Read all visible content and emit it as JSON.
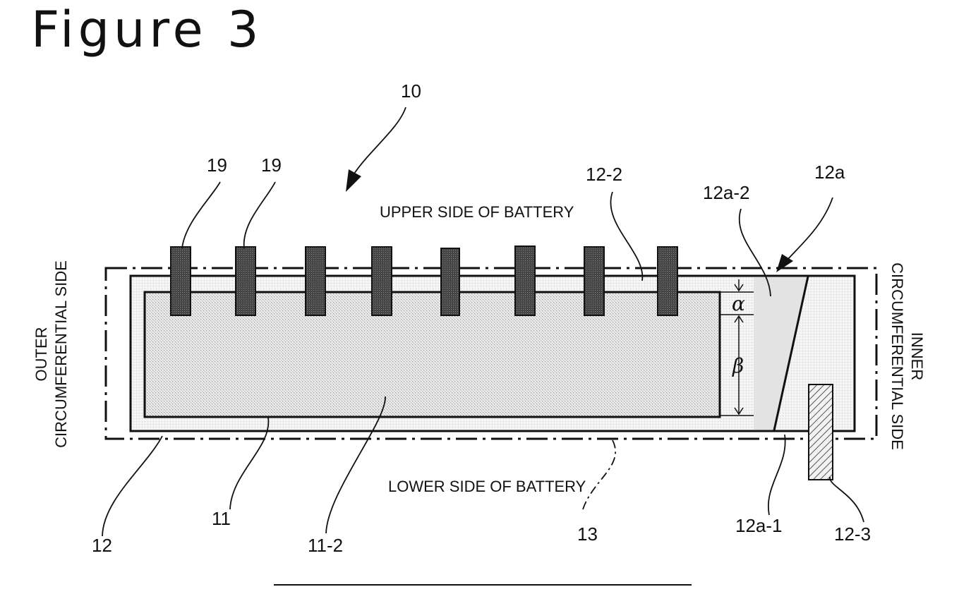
{
  "figure": {
    "title": "Figure 3",
    "labels": {
      "assembly": "10",
      "tab_left": "19",
      "tab_second": "19",
      "separator_edge": "12-2",
      "separator_end": "12a",
      "separator_end_upper": "12a-2",
      "separator_end_lower": "12a-1",
      "lead": "12-3",
      "separator": "12",
      "electrode": "11",
      "electrode_coating": "11-2",
      "outline": "13"
    },
    "sides": {
      "upper": "UPPER SIDE OF BATTERY",
      "lower": "LOWER SIDE OF BATTERY",
      "outer_line1": "OUTER",
      "outer_line2": "CIRCUMFERENTIAL SIDE",
      "inner_line1": "INNER",
      "inner_line2": "CIRCUMFERENTIAL SIDE"
    },
    "dimensions": {
      "alpha": "α",
      "beta": "β"
    },
    "colors": {
      "ink": "#111111",
      "electrode_fill": "#d6d6d6",
      "tab_fill": "#555555",
      "lead_hatch": "#555555"
    }
  }
}
